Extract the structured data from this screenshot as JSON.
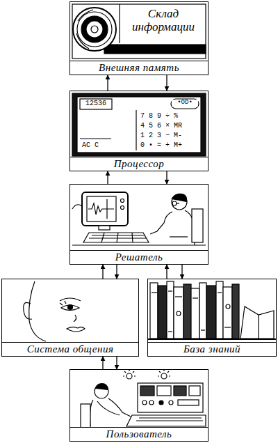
{
  "diagram": {
    "nodes": [
      {
        "text": [
          "Склад информации",
          "Внешняя память"
        ]
      },
      {
        "text": [
          "Процессор"
        ]
      },
      {
        "text": [
          "Решатель"
        ]
      },
      {
        "text": [
          "Система общения"
        ]
      },
      {
        "text": [
          "База знаний"
        ]
      },
      {
        "text": [
          "Пользователь"
        ]
      }
    ],
    "edges": [
      {
        "from": 1,
        "to": 0,
        "arrow": "to"
      },
      {
        "from": 0,
        "to": 1,
        "arrow": "to"
      },
      {
        "from": 2,
        "to": 1,
        "arrow": "to"
      },
      {
        "from": 1,
        "to": 2,
        "arrow": "to"
      },
      {
        "from": 3,
        "to": 2,
        "arrow": "to"
      },
      {
        "from": 2,
        "to": 3,
        "arrow": "to"
      },
      {
        "from": 4,
        "to": 2,
        "arrow": "to"
      },
      {
        "from": 2,
        "to": 4,
        "arrow": "to"
      },
      {
        "from": 5,
        "to": 3,
        "arrow": "to"
      },
      {
        "from": 3,
        "to": 5,
        "arrow": "to"
      }
    ],
    "labels": [
      "12536",
      "•OD•",
      "7 8 9 ÷ %",
      "4 5 6 × MR",
      "1 2 3 − M-",
      "0 • = + M+",
      "AC C"
    ]
  }
}
